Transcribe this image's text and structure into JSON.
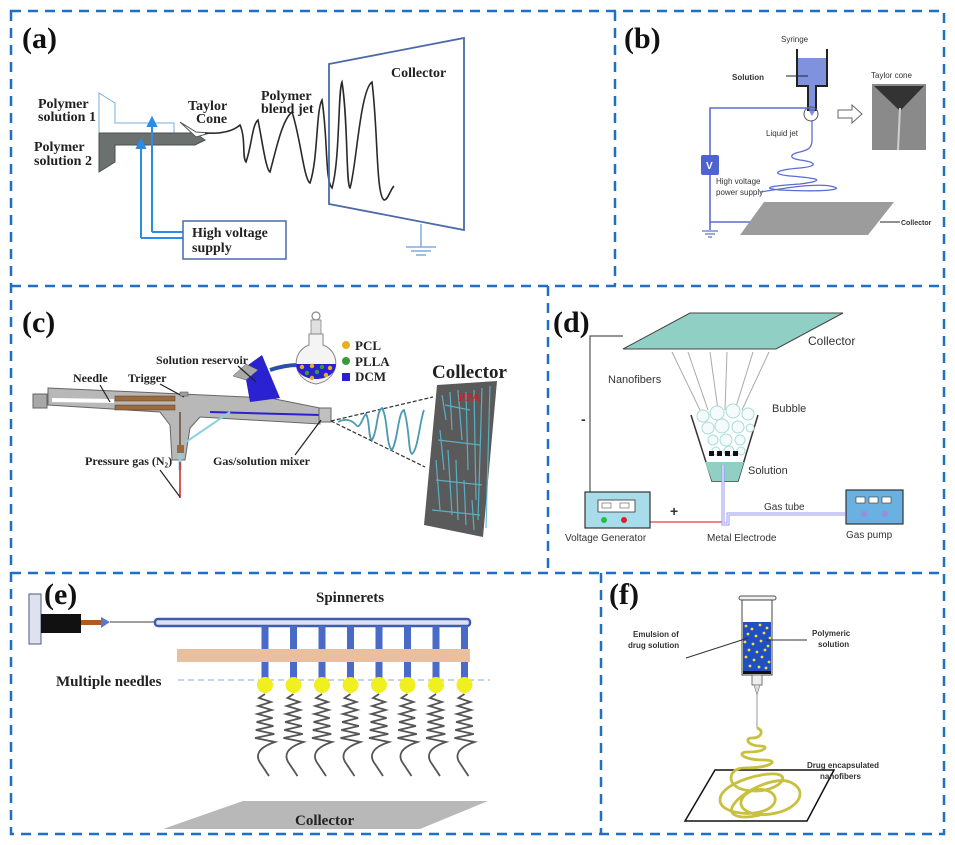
{
  "figure": {
    "border_color": "#1f6fc4",
    "panels": {
      "a": {
        "label": "(a)",
        "labels": {
          "polymer_solution_1_line1": "Polymer",
          "polymer_solution_1_line2": "solution 1",
          "polymer_solution_2_line1": "Polymer",
          "polymer_solution_2_line2": "solution 2",
          "taylor_cone_line1": "Taylor",
          "taylor_cone_line2": "Cone",
          "jet_line1": "Polymer",
          "jet_line2": "blend jet",
          "collector": "Collector",
          "hv_line1": "High voltage",
          "hv_line2": "supply"
        }
      },
      "b": {
        "label": "(b)",
        "labels": {
          "syringe": "Syringe",
          "solution": "Solution",
          "taylor_cone": "Taylor cone",
          "liquid_jet": "Liquid jet",
          "voltmeter": "V",
          "hv_line1": "High voltage",
          "hv_line2": "power supply",
          "collector": "Collector"
        }
      },
      "c": {
        "label": "(c)",
        "labels": {
          "solution_reservoir": "Solution reservoir",
          "needle": "Needle",
          "trigger": "Trigger",
          "pressure_gas": "Pressure gas (N₂)",
          "mixer": "Gas/solution mixer",
          "collector": "Collector",
          "ppa": "PPA"
        },
        "legend": [
          {
            "label": "PCL",
            "color": "#e8b020",
            "shape": "circle"
          },
          {
            "label": "PLLA",
            "color": "#3a9a3a",
            "shape": "circle"
          },
          {
            "label": "DCM",
            "color": "#2a22d0",
            "shape": "square"
          }
        ]
      },
      "d": {
        "label": "(d)",
        "labels": {
          "collector": "Collector",
          "nanofibers": "Nanofibers",
          "bubble": "Bubble",
          "solution": "Solution",
          "minus": "-",
          "plus": "+",
          "gas_tube": "Gas tube",
          "voltage_generator": "Voltage Generator",
          "metal_electrode": "Metal Electrode",
          "gas_pump": "Gas pump"
        }
      },
      "e": {
        "label": "(e)",
        "labels": {
          "spinnerets": "Spinnerets",
          "multiple_needles": "Multiple needles",
          "collector": "Collector"
        },
        "needle_count": 8
      },
      "f": {
        "label": "(f)",
        "labels": {
          "emulsion_line1": "Emulsion of",
          "emulsion_line2": "drug solution",
          "polymeric_line1": "Polymeric",
          "polymeric_line2": "solution",
          "drug_line1": "Drug encapsulated",
          "drug_line2": "nanofibers"
        }
      }
    }
  }
}
